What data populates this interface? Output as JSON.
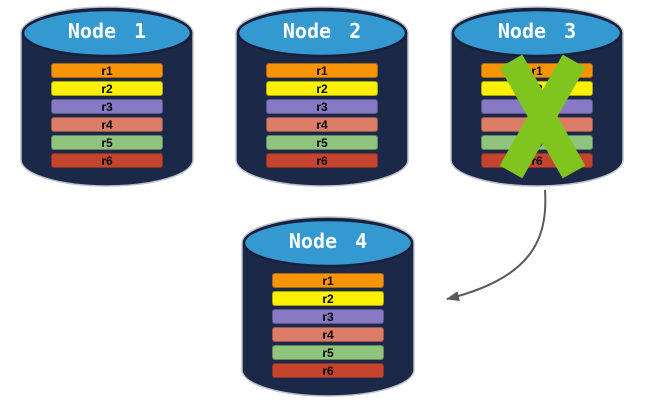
{
  "colors": {
    "cylinder_body": "#1C2847",
    "cylinder_top": "#3498D1",
    "cylinder_outline": "#BCC2CA",
    "ellipse_rim": "#16203B",
    "node_label_text": "#FFFFFF",
    "row_text": "#000000",
    "x_mark": "#80C41F"
  },
  "nodes": [
    {
      "label": "Node 1",
      "failed": false,
      "rows": [
        {
          "label": "r1",
          "color": "#F89406"
        },
        {
          "label": "r2",
          "color": "#FDF000"
        },
        {
          "label": "r3",
          "color": "#8879C4"
        },
        {
          "label": "r4",
          "color": "#DB7D67"
        },
        {
          "label": "r5",
          "color": "#90C47E"
        },
        {
          "label": "r6",
          "color": "#C5442E"
        }
      ]
    },
    {
      "label": "Node 2",
      "failed": false,
      "rows": [
        {
          "label": "r1",
          "color": "#F89406"
        },
        {
          "label": "r2",
          "color": "#FDF000"
        },
        {
          "label": "r3",
          "color": "#8879C4"
        },
        {
          "label": "r4",
          "color": "#DB7D67"
        },
        {
          "label": "r5",
          "color": "#90C47E"
        },
        {
          "label": "r6",
          "color": "#C5442E"
        }
      ]
    },
    {
      "label": "Node 3",
      "failed": true,
      "rows": [
        {
          "label": "r1",
          "color": "#F89406"
        },
        {
          "label": "r2",
          "color": "#FDF000"
        },
        {
          "label": "r3",
          "color": "#8879C4"
        },
        {
          "label": "r4",
          "color": "#DB7D67"
        },
        {
          "label": "r5",
          "color": "#90C47E"
        },
        {
          "label": "r6",
          "color": "#C5442E"
        }
      ]
    },
    {
      "label": "Node 4",
      "failed": false,
      "rows": [
        {
          "label": "r1",
          "color": "#F89406"
        },
        {
          "label": "r2",
          "color": "#FDF000"
        },
        {
          "label": "r3",
          "color": "#8879C4"
        },
        {
          "label": "r4",
          "color": "#DB7D67"
        },
        {
          "label": "r5",
          "color": "#90C47E"
        },
        {
          "label": "r6",
          "color": "#C5442E"
        }
      ]
    }
  ],
  "arrow": {
    "from": "Node 3",
    "to": "Node 4",
    "color": "#595959"
  }
}
